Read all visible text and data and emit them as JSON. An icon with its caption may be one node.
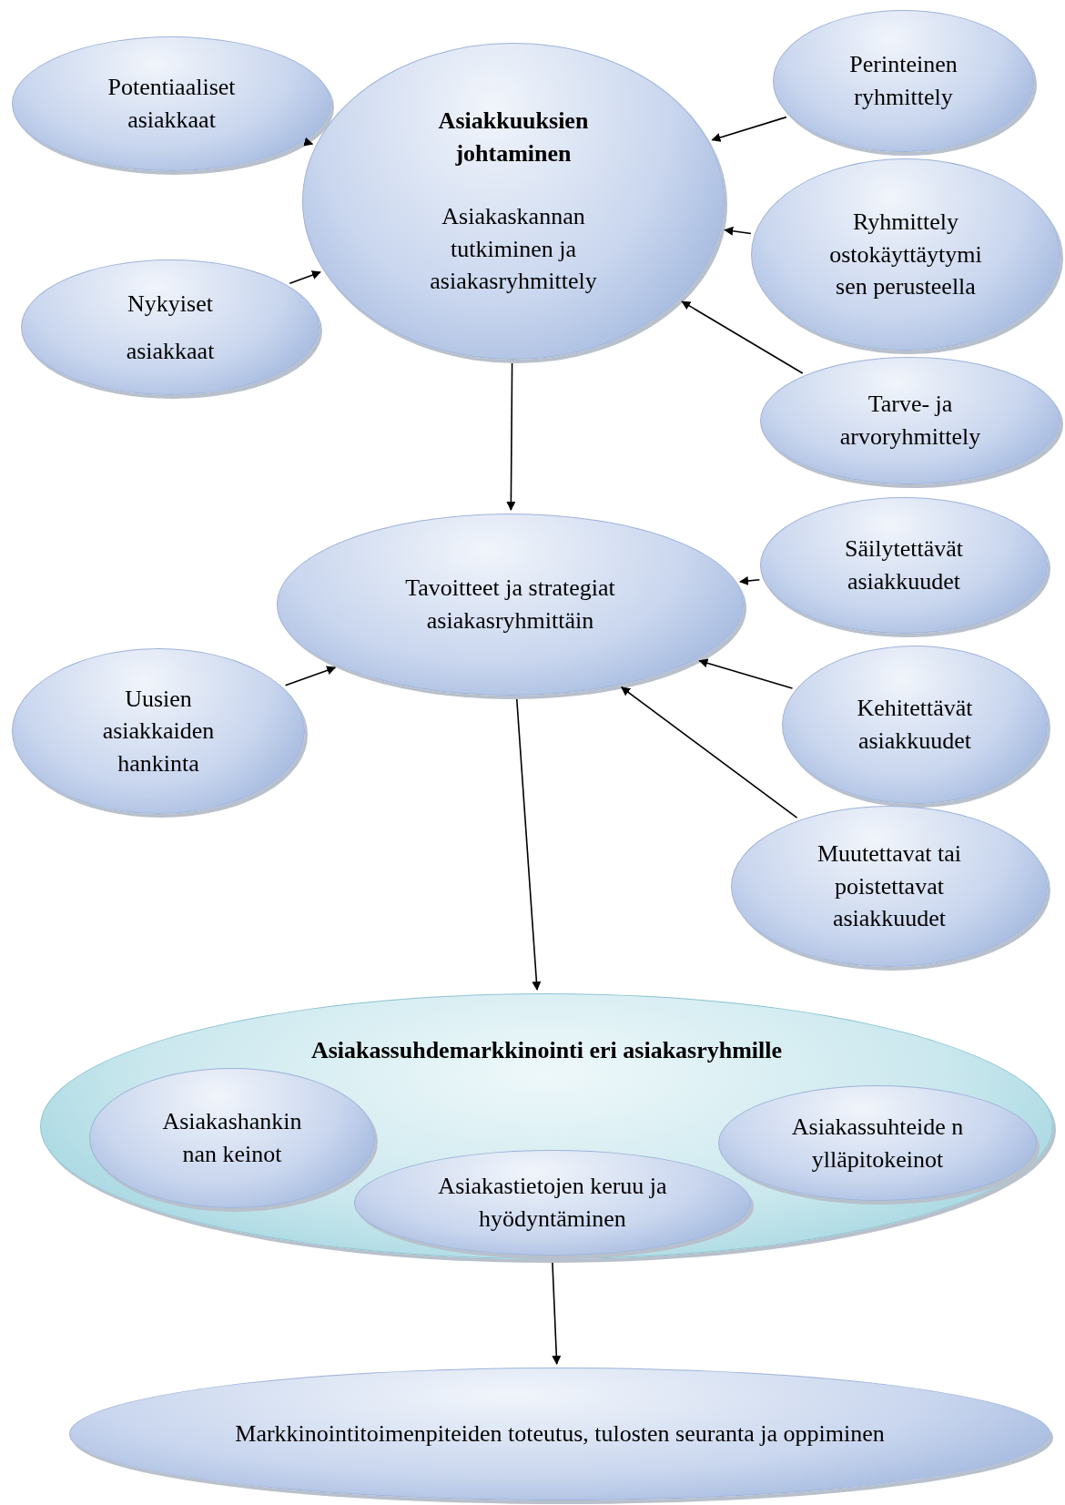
{
  "diagram": {
    "nodes": [
      {
        "text": [
          "Potentiaaliset asiakkaat"
        ]
      },
      {
        "text": [
          "Asiakkuuksien johtaminen",
          "Asiakaskannan tutkiminen ja asiakasryhmittely"
        ]
      },
      {
        "text": [
          "Perinteinen ryhmittely"
        ]
      },
      {
        "text": [
          "Ryhmittely ostokäyttäytymi sen perusteella"
        ]
      },
      {
        "text": [
          "Nykyiset asiakkaat"
        ]
      },
      {
        "text": [
          "Tarve- ja arvoryhmittely"
        ]
      },
      {
        "text": [
          "Tavoitteet ja strategiat asiakasryhmittäin"
        ]
      },
      {
        "text": [
          "Säilytettävät asiakkuudet"
        ]
      },
      {
        "text": [
          "Uusien asiakkaiden hankinta"
        ]
      },
      {
        "text": [
          "Kehitettävät asiakkuudet"
        ]
      },
      {
        "text": [
          "Muutettavat tai poistettavat asiakkuudet"
        ]
      },
      {
        "text": [
          "Asiakassuhdemarkkinointi eri asiakasryhmille"
        ]
      },
      {
        "text": [
          "Asiakashankin nan keinot"
        ],
        "in": 11
      },
      {
        "text": [
          "Asiakastietojen keruu ja hyödyntäminen"
        ],
        "in": 11
      },
      {
        "text": [
          "Asiakassuhteide n ylläpitokeinot"
        ],
        "in": 11
      },
      {
        "text": [
          "Markkinointitoimenpiteiden toteutus, tulosten seuranta ja oppiminen"
        ]
      }
    ],
    "edges": [
      {
        "from": 0,
        "to": 1,
        "arrow": "to"
      },
      {
        "from": 2,
        "to": 1,
        "arrow": "to"
      },
      {
        "from": 3,
        "to": 1,
        "arrow": "to"
      },
      {
        "from": 4,
        "to": 1,
        "arrow": "to"
      },
      {
        "from": 5,
        "to": 1,
        "arrow": "to"
      },
      {
        "from": 1,
        "to": 6,
        "arrow": "to"
      },
      {
        "from": 7,
        "to": 6,
        "arrow": "to"
      },
      {
        "from": 8,
        "to": 6,
        "arrow": "to"
      },
      {
        "from": 9,
        "to": 6,
        "arrow": "to"
      },
      {
        "from": 10,
        "to": 6,
        "arrow": "to"
      },
      {
        "from": 6,
        "to": 11,
        "arrow": "to"
      },
      {
        "from": 11,
        "to": 15,
        "arrow": "to"
      }
    ]
  }
}
